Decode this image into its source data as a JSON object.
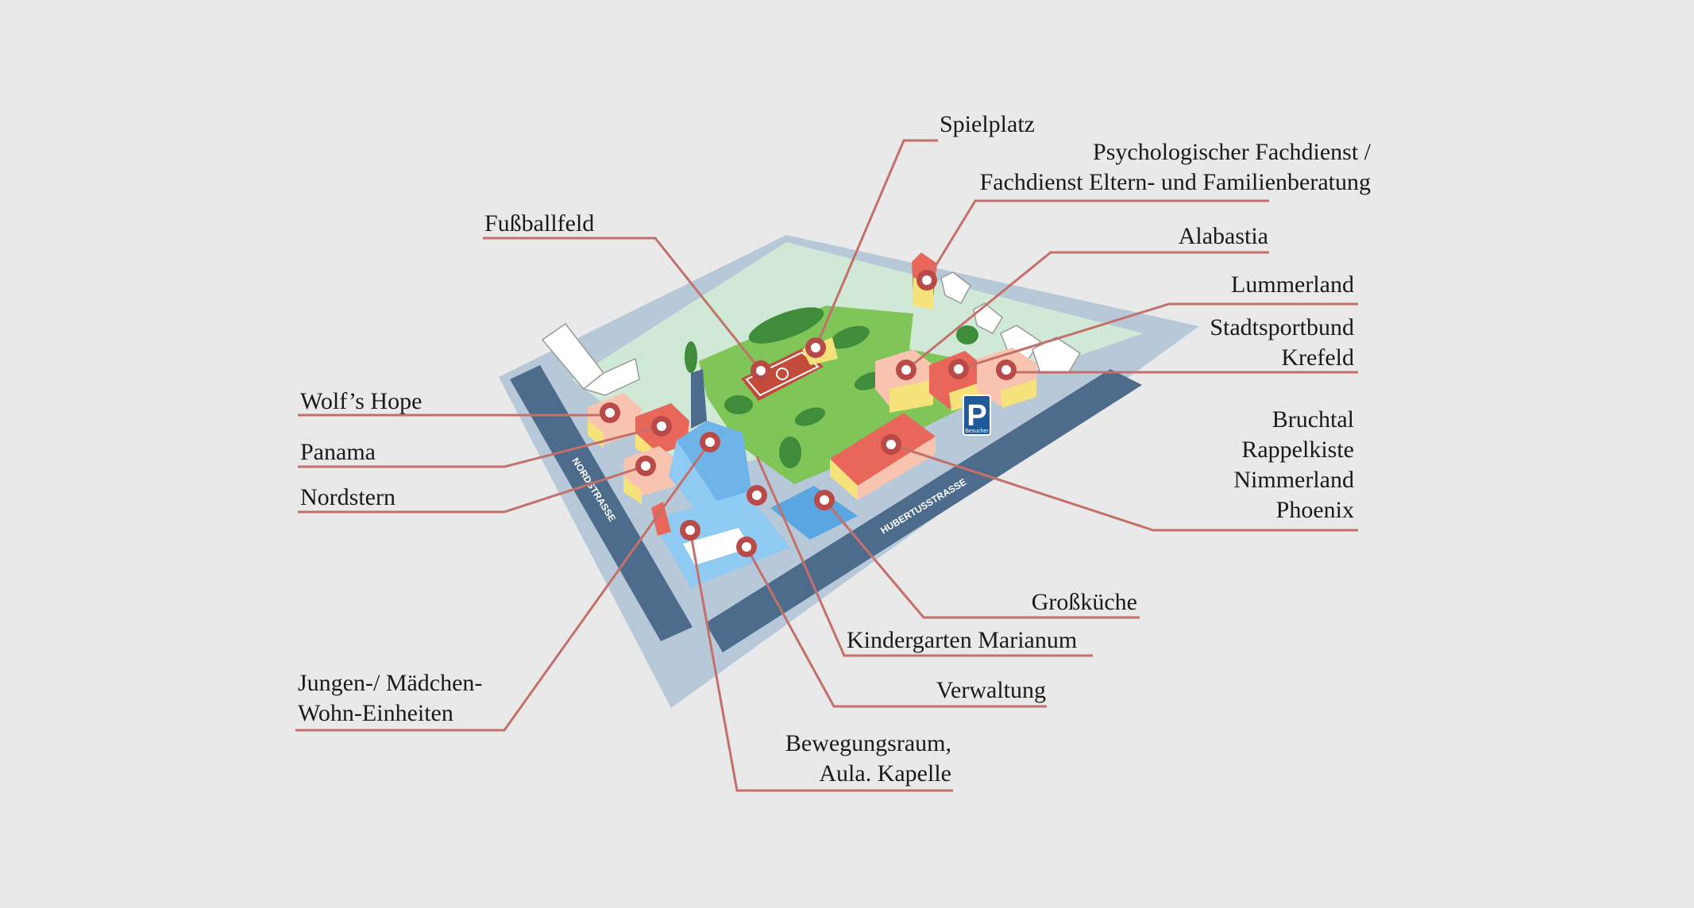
{
  "map": {
    "streets": {
      "nord": "NORDSTRASSE",
      "hubertus": "HUBERTUSSTRASSE"
    },
    "parking": {
      "letter": "P",
      "sub": "Besucher"
    },
    "colors": {
      "background": "#e9e9e9",
      "lot": "#b7c9d8",
      "street": "#4d6c8c",
      "lawn": "#cfe9d6",
      "green": "#7fc558",
      "tree": "#3f8d3a",
      "building_yellow": "#f5e27a",
      "building_pink": "#f8c4b0",
      "building_blue": "#6eb4e8",
      "pin": "#b94a48",
      "leader": "#c4706a"
    }
  },
  "labels": {
    "spielplatz": [
      "Spielplatz"
    ],
    "psychologischer": [
      "Psychologischer Fachdienst /",
      "Fachdienst Eltern- und Familienberatung"
    ],
    "fussballfeld": [
      "Fußballfeld"
    ],
    "alabastia": [
      "Alabastia"
    ],
    "lummerland": [
      "Lummerland"
    ],
    "stadtsportbund": [
      "Stadtsportbund",
      "Krefeld"
    ],
    "wolfs_hope": [
      "Wolf’s Hope"
    ],
    "panama": [
      "Panama"
    ],
    "nordstern": [
      "Nordstern"
    ],
    "bruchtal_group": [
      "Bruchtal",
      "Rappelkiste",
      "Nimmerland",
      "Phoenix"
    ],
    "grosskueche": [
      "Großküche"
    ],
    "kindergarten": [
      "Kindergarten Marianum"
    ],
    "verwaltung": [
      "Verwaltung"
    ],
    "jungen": [
      "Jungen-/ Mädchen-",
      "Wohn-Einheiten"
    ],
    "bewegungsraum": [
      "Bewegungsraum,",
      "Aula. Kapelle"
    ]
  }
}
